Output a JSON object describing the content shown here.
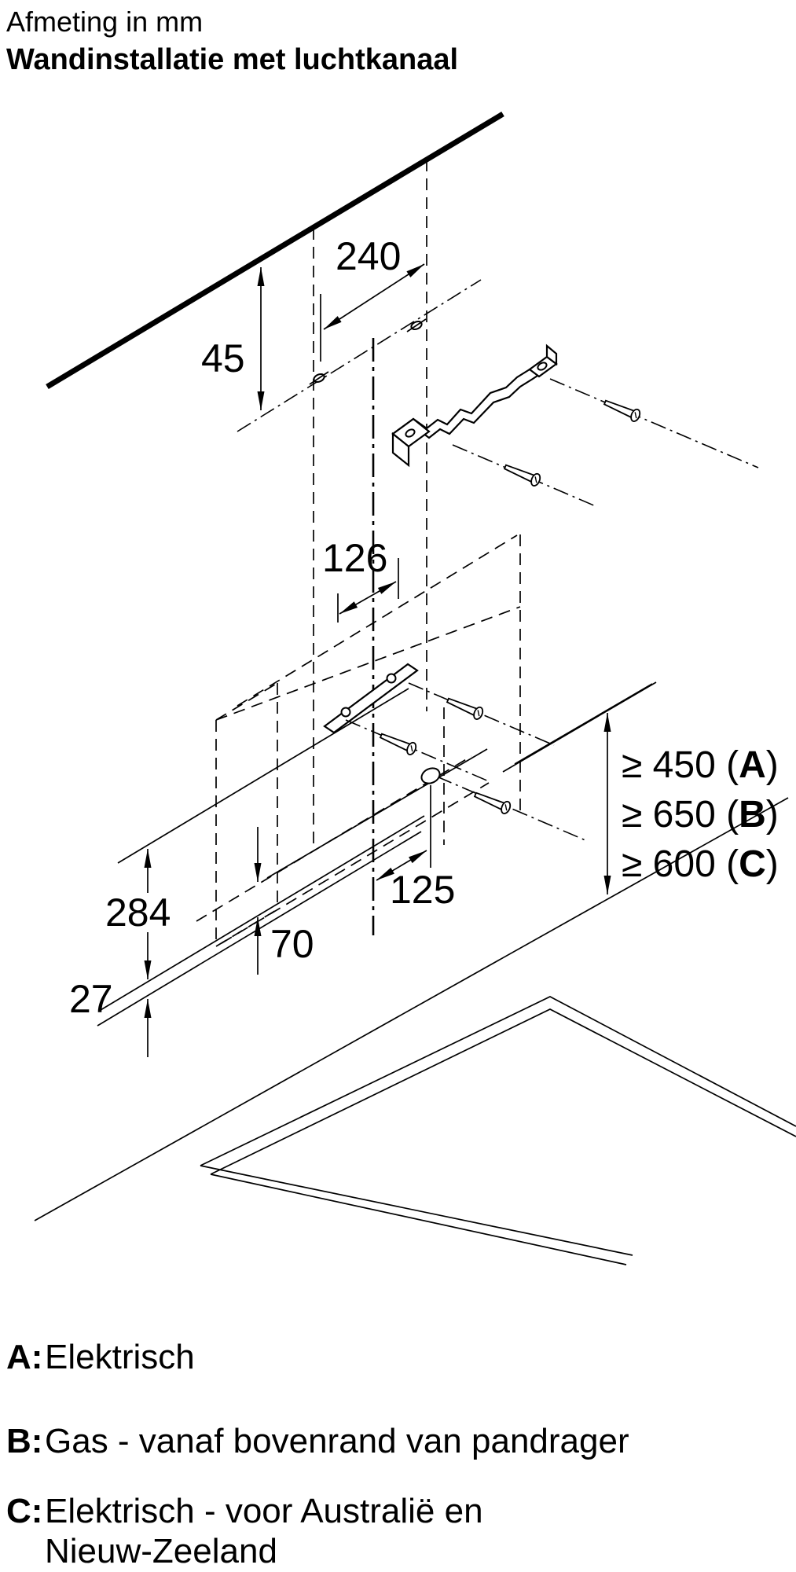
{
  "title": {
    "line1": "Afmeting in mm",
    "line2": "Wandinstallatie met luchtkanaal"
  },
  "dimensions": {
    "bracket_hole_spacing": "240",
    "top_offset": "45",
    "duct_centre_offset": "126",
    "body_height": "284",
    "edge_thickness": "27",
    "rail_offset": "70",
    "outlet_offset": "125"
  },
  "clearances": [
    {
      "prefix": "≥ 450 (",
      "letter": "A",
      "suffix": ")"
    },
    {
      "prefix": "≥ 650 (",
      "letter": "B",
      "suffix": ")"
    },
    {
      "prefix": "≥ 600 (",
      "letter": "C",
      "suffix": ")"
    }
  ],
  "legend": [
    {
      "label": "A:",
      "text": "Elektrisch"
    },
    {
      "label": "B:",
      "text": "Gas - vanaf bovenrand van pandrager"
    },
    {
      "label": "C:",
      "text": "Elektrisch - voor Australië en",
      "text2": "Nieuw-Zeeland"
    }
  ],
  "colors": {
    "ink": "#000000",
    "background": "#ffffff"
  }
}
